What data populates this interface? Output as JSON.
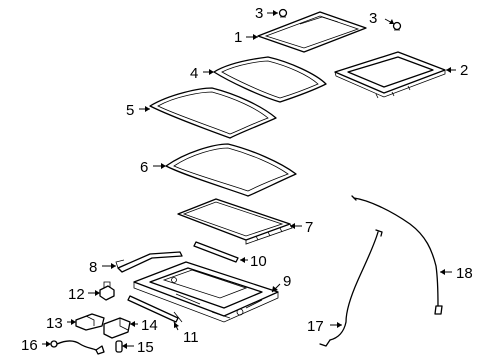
{
  "diagram": {
    "callouts": [
      {
        "id": "1",
        "label": "1"
      },
      {
        "id": "2",
        "label": "2"
      },
      {
        "id": "3a",
        "label": "3"
      },
      {
        "id": "3b",
        "label": "3"
      },
      {
        "id": "4",
        "label": "4"
      },
      {
        "id": "5",
        "label": "5"
      },
      {
        "id": "6",
        "label": "6"
      },
      {
        "id": "7",
        "label": "7"
      },
      {
        "id": "8",
        "label": "8"
      },
      {
        "id": "9",
        "label": "9"
      },
      {
        "id": "10",
        "label": "10"
      },
      {
        "id": "11",
        "label": "11"
      },
      {
        "id": "12",
        "label": "12"
      },
      {
        "id": "13",
        "label": "13"
      },
      {
        "id": "14",
        "label": "14"
      },
      {
        "id": "15",
        "label": "15"
      },
      {
        "id": "16",
        "label": "16"
      },
      {
        "id": "17",
        "label": "17"
      },
      {
        "id": "18",
        "label": "18"
      }
    ]
  }
}
